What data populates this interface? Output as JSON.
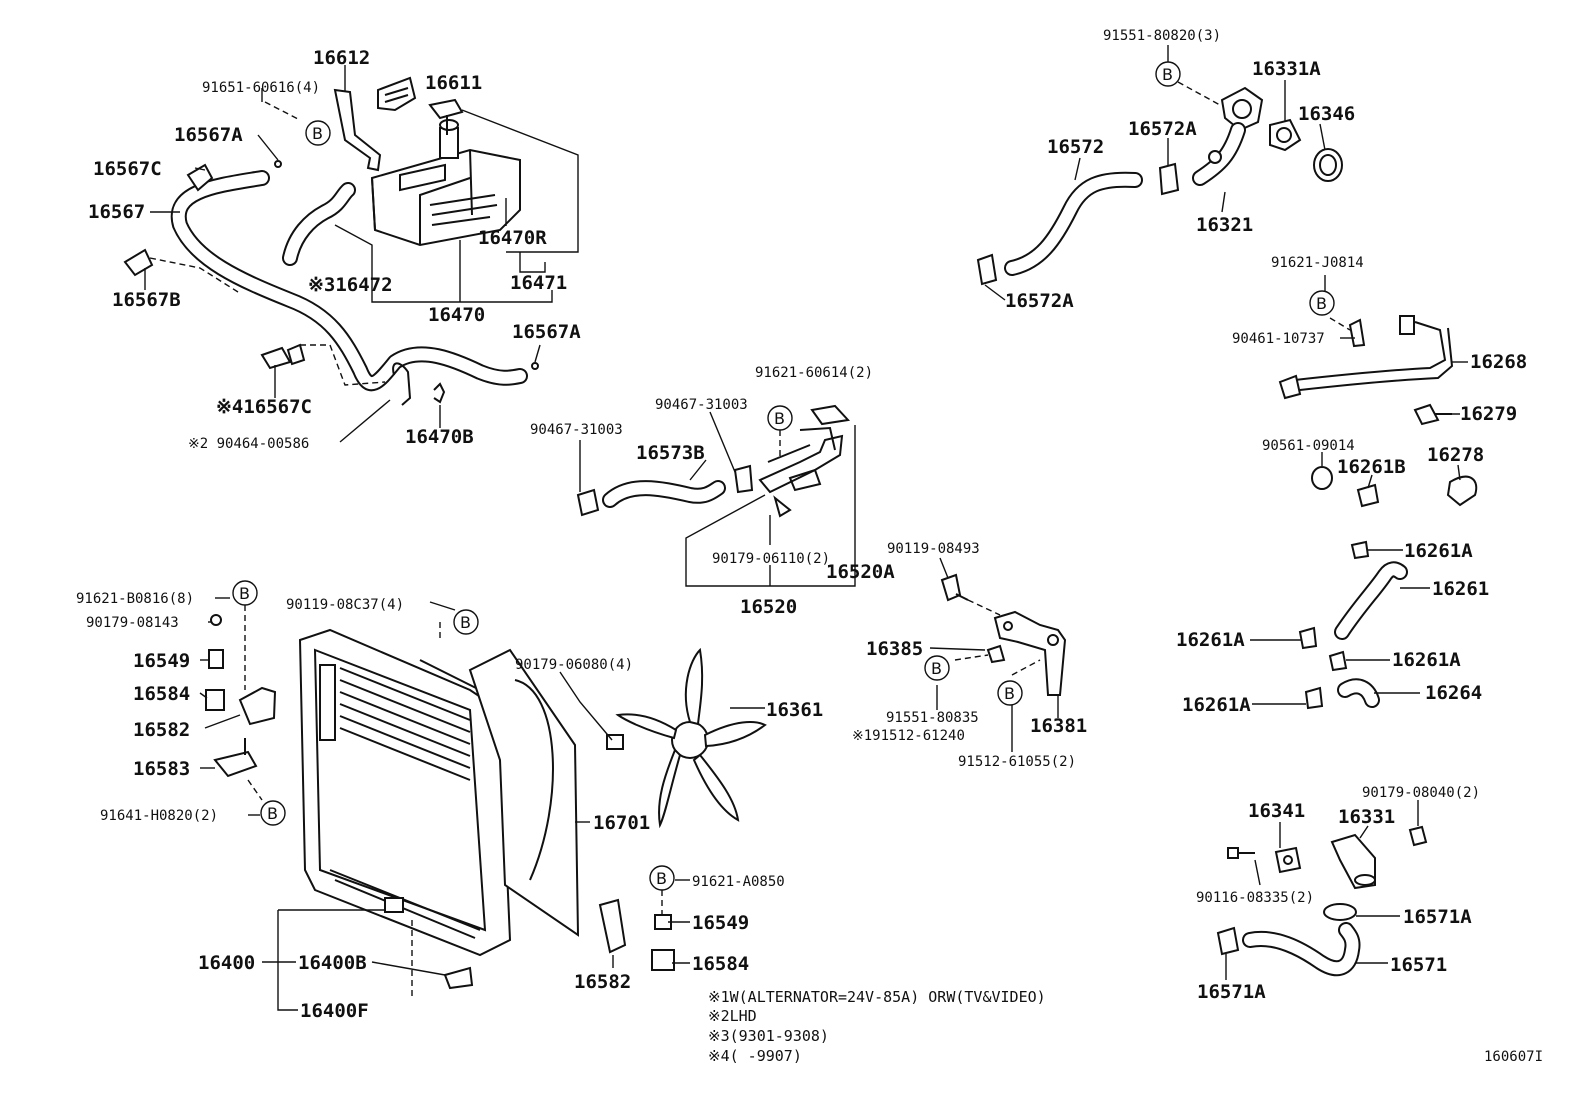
{
  "labels": {
    "p16612": "16612",
    "p16611": "16611",
    "p91651": "91651-60616(4)",
    "p16567A_1": "16567A",
    "p16567C": "16567C",
    "p16567": "16567",
    "p16567B": "16567B",
    "p16470R": "16470R",
    "p16471": "16471",
    "p16472": "※316472",
    "p16470": "16470",
    "p16567A_2": "16567A",
    "p16567C_2": "※416567C",
    "p90464": "※2 90464-00586",
    "p16470B": "16470B",
    "p91621_60614": "91621-60614(2)",
    "p90467_a": "90467-31003",
    "p90467_b": "90467-31003",
    "p16573B": "16573B",
    "p90179_06110": "90179-06110(2)",
    "p16520A": "16520A",
    "p16520": "16520",
    "p91551_80820": "91551-80820(3)",
    "p16331A": "16331A",
    "p16346": "16346",
    "p16572": "16572",
    "p16572A_1": "16572A",
    "p16321": "16321",
    "p16572A_2": "16572A",
    "p91621_J0814": "91621-J0814",
    "p90461": "90461-10737",
    "p16268": "16268",
    "p16279": "16279",
    "p90561": "90561-09014",
    "p16261B": "16261B",
    "p16278": "16278",
    "p16261A_1": "16261A",
    "p16261": "16261",
    "p16261A_2": "16261A",
    "p16261A_3": "16261A",
    "p16261A_4": "16261A",
    "p16264": "16264",
    "p90119_08493": "90119-08493",
    "p16385": "16385",
    "p16381": "16381",
    "p91551_80835": "91551-80835",
    "p91512_61240": "※191512-61240",
    "p91512_61055": "91512-61055(2)",
    "p91621_B0816": "91621-B0816(8)",
    "p90179_08143": "90179-08143",
    "p16549_1": "16549",
    "p16584_1": "16584",
    "p16582_1": "16582",
    "p16583": "16583",
    "p91641": "91641-H0820(2)",
    "p90119_08C37": "90119-08C37(4)",
    "p90179_06080": "90179-06080(4)",
    "p16361": "16361",
    "p16701": "16701",
    "p91621_A0850": "91621-A0850",
    "p16549_2": "16549",
    "p16584_2": "16584",
    "p16582_2": "16582",
    "p16400": "16400",
    "p16400B": "16400B",
    "p16400F": "16400F",
    "p16341": "16341",
    "p16331": "16331",
    "p90179_08040": "90179-08040(2)",
    "p90116": "90116-08335(2)",
    "p16571A_1": "16571A",
    "p16571": "16571",
    "p16571A_2": "16571A"
  },
  "b_marker": "B",
  "notes": {
    "n1": "※1W(ALTERNATOR=24V-85A) ORW(TV&VIDEO)",
    "n2": "※2LHD",
    "n3": "※3(9301-9308)",
    "n4": "※4(     -9907)"
  },
  "figure_id": "160607I"
}
